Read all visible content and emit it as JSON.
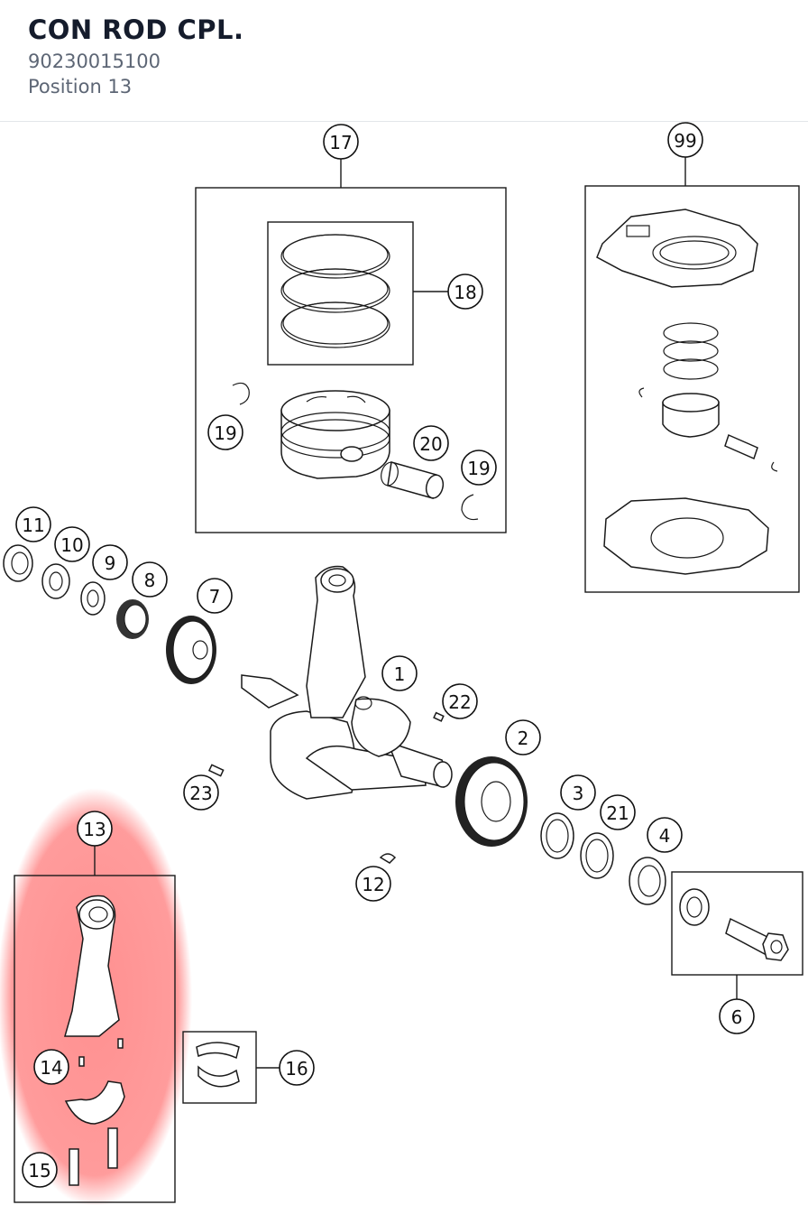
{
  "header": {
    "title": "CON ROD CPL.",
    "part_number": "90230015100",
    "position": "Position 13"
  },
  "colors": {
    "highlight": "#ff8a8a",
    "title": "#151c2c",
    "subtitle": "#5d6675",
    "line": "#1a1a1a"
  },
  "callouts": {
    "c1": "1",
    "c2": "2",
    "c3": "3",
    "c4": "4",
    "c6": "6",
    "c7": "7",
    "c8": "8",
    "c9": "9",
    "c10": "10",
    "c11": "11",
    "c12": "12",
    "c13": "13",
    "c14": "14",
    "c15": "15",
    "c16": "16",
    "c17": "17",
    "c18": "18",
    "c19a": "19",
    "c19b": "19",
    "c20": "20",
    "c21": "21",
    "c22": "22",
    "c23": "23",
    "c99": "99"
  },
  "selected_position": "13"
}
